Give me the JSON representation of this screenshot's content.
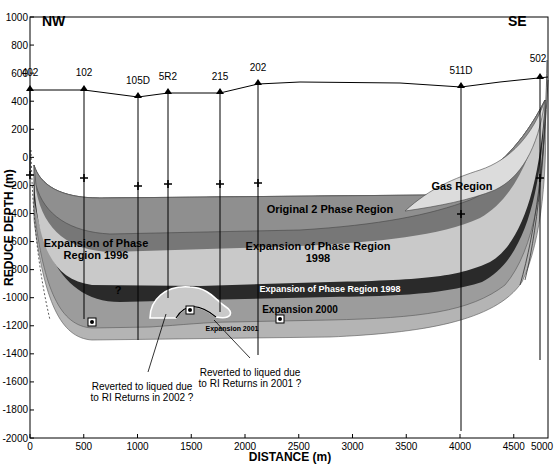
{
  "diagram": {
    "labels": [
      "NW",
      "SE",
      "402",
      "102",
      "105D",
      "5R2",
      "215",
      "202",
      "511D",
      "502",
      "1000",
      "800",
      "600",
      "400",
      "200",
      "0",
      "-200",
      "-400",
      "-600",
      "-800",
      "-1000",
      "-1200",
      "-1400",
      "-1600",
      "-1800",
      "-2000",
      "0",
      "500",
      "1000",
      "1500",
      "2000",
      "2500",
      "3000",
      "3500",
      "4000",
      "4500",
      "5000",
      "REDUCE DEPTH  (m)",
      "DISTANCE  (m)",
      "Original 2 Phase Region",
      "Gas Region",
      "Expansion of Phase Region 1996",
      "Expansion of Phase Region 1998",
      "Expansion of Phase Region 1998",
      "Expansion 2000",
      "Expansion 2001",
      "Reverted to liqued due to RI Returns in 2002 ?",
      "Reverted to liqued due to RI Returns in 2001 ?",
      "?"
    ]
  }
}
